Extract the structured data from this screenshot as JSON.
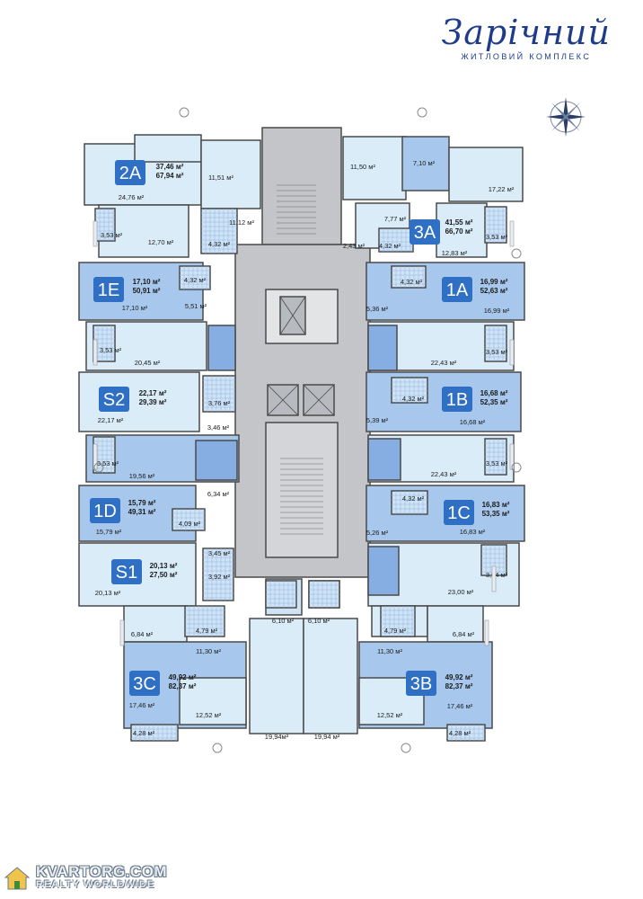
{
  "brand": {
    "name": "Зарічний",
    "subtitle": "ЖИТЛОВИЙ КОМПЛЕКС"
  },
  "watermark": {
    "line1": "KVARTORG.COM",
    "line2": "REALTY WORLDWIDE"
  },
  "colors": {
    "room_light": "#d9ecf8",
    "room_mid": "#a7c8ec",
    "room_dark": "#86aee3",
    "wall": "#4a4a4a",
    "core": "#c3c5c8",
    "badge": "#2f6fc4"
  },
  "apartments": [
    {
      "code": "2A",
      "living": "37,46 м²",
      "total": "67,94 м²"
    },
    {
      "code": "3A",
      "living": "41,55 м²",
      "total": "66,70 м²"
    },
    {
      "code": "1E",
      "living": "17,10 м²",
      "total": "50,91 м²"
    },
    {
      "code": "1A",
      "living": "16,99 м²",
      "total": "52,63 м²"
    },
    {
      "code": "S2",
      "living": "22,17 м²",
      "total": "29,39 м²"
    },
    {
      "code": "1B",
      "living": "16,68 м²",
      "total": "52,35 м²"
    },
    {
      "code": "1D",
      "living": "15,79 м²",
      "total": "49,31 м²"
    },
    {
      "code": "1C",
      "living": "16,83 м²",
      "total": "53,35 м²"
    },
    {
      "code": "S1",
      "living": "20,13 м²",
      "total": "27,50 м²"
    },
    {
      "code": "3C",
      "living": "49,92 м²",
      "total": "82,37 м²"
    },
    {
      "code": "3B",
      "living": "49,92 м²",
      "total": "82,37 м²"
    }
  ],
  "rooms": [
    "24,76 м²",
    "11,51 м²",
    "11,12 м²",
    "3,53 м²",
    "12,70 м²",
    "4,32 м²",
    "11,50 м²",
    "7,10 м²",
    "17,22 м²",
    "7,77 м²",
    "2,43 м²",
    "4,32 м²",
    "12,83 м²",
    "3,53 м²",
    "4,32 м²",
    "17,10 м²",
    "5,51 м²",
    "4,32 м²",
    "5,36 м²",
    "16,99 м²",
    "3,53 м²",
    "20,45 м²",
    "22,43 м²",
    "3,53 м²",
    "3,76 м²",
    "22,17 м²",
    "3,46 м²",
    "4,32 м²",
    "5,39 м²",
    "16,68 м²",
    "3,53 м²",
    "19,56 м²",
    "22,43 м²",
    "3,53 м²",
    "6,34 м²",
    "4,09 м²",
    "15,79 м²",
    "4,32 м²",
    "5,26 м²",
    "16,83 м²",
    "3,45 м²",
    "3,92 м²",
    "20,13 м²",
    "3,94 м²",
    "23,00 м²",
    "6,10 м²",
    "6,10 м²",
    "6,84 м²",
    "4,79 м²",
    "11,30 м²",
    "17,46 м²",
    "12,52 м²",
    "4,28 м²",
    "4,79 м²",
    "6,84 м²",
    "11,30 м²",
    "12,52 м²",
    "17,46 м²",
    "4,28 м²",
    "19,94м²",
    "19,94 м²"
  ]
}
